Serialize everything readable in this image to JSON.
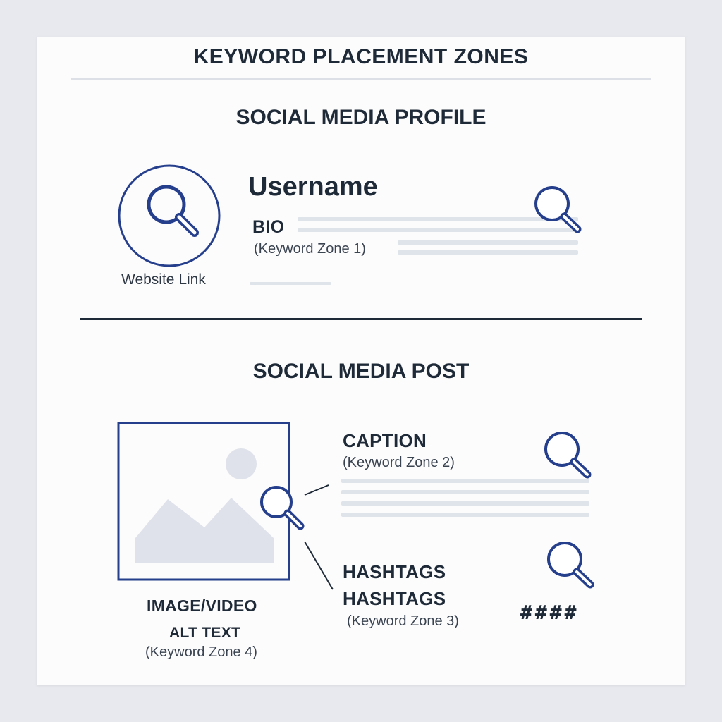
{
  "title": "KEYWORD PLACEMENT ZONES",
  "profile": {
    "heading": "SOCIAL MEDIA PROFILE",
    "username": "Username",
    "bio_label": "BIO",
    "bio_zone": "(Keyword Zone 1)",
    "website_link": "Website Link"
  },
  "post": {
    "heading": "SOCIAL MEDIA POST",
    "caption_label": "CAPTION",
    "caption_zone": "(Keyword Zone 2)",
    "hashtags_label_1": "HASHTAGS",
    "hashtags_label_2": "HASHTAGS",
    "hashtags_zone": "(Keyword Zone 3)",
    "hashtags_symbols": "####",
    "media_label": "IMAGE/VIDEO",
    "alt_text_label": "ALT TEXT",
    "alt_text_zone": "(Keyword Zone 4)"
  },
  "colors": {
    "accent": "#263f8c",
    "text": "#1f2a38",
    "placeholder": "#dfe3ea"
  },
  "icons": [
    "search-icon",
    "image-placeholder-icon"
  ]
}
